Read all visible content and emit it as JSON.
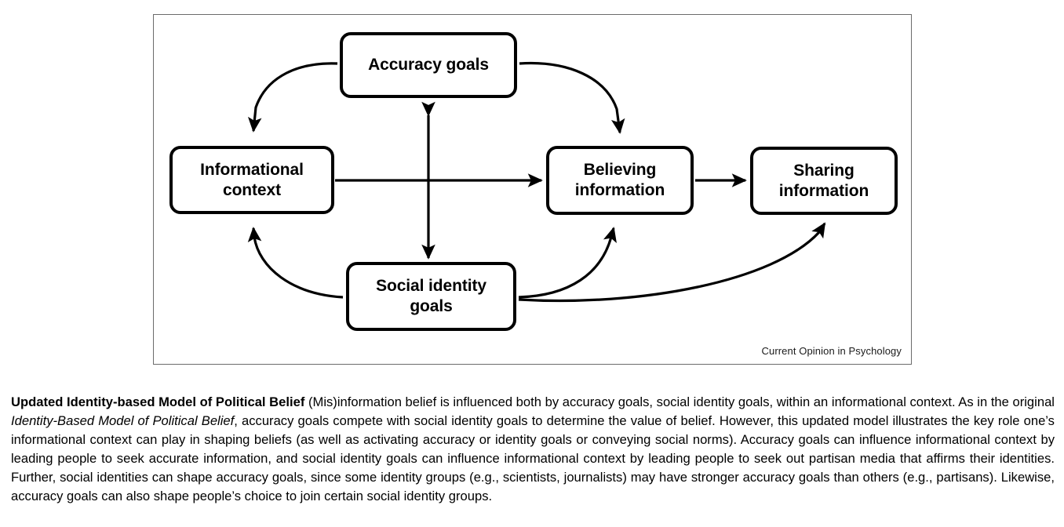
{
  "figure": {
    "attribution": "Current Opinion in Psychology",
    "nodes": [
      {
        "id": "accuracy",
        "label": "Accuracy goals",
        "lines": [
          "Accuracy goals"
        ]
      },
      {
        "id": "informational",
        "label": "Informational context",
        "lines": [
          "Informational",
          "context"
        ]
      },
      {
        "id": "believing",
        "label": "Believing information",
        "lines": [
          "Believing",
          "information"
        ]
      },
      {
        "id": "sharing",
        "label": "Sharing information",
        "lines": [
          "Sharing",
          "information"
        ]
      },
      {
        "id": "social",
        "label": "Social identity goals",
        "lines": [
          "Social identity",
          "goals"
        ]
      }
    ],
    "edges": [
      {
        "from": "accuracy",
        "to": "informational",
        "style": "curved",
        "arrow": "single"
      },
      {
        "from": "accuracy",
        "to": "believing",
        "style": "curved",
        "arrow": "single"
      },
      {
        "from": "accuracy",
        "to": "social",
        "style": "straight",
        "arrow": "double"
      },
      {
        "from": "informational",
        "to": "believing",
        "style": "straight",
        "arrow": "single"
      },
      {
        "from": "social",
        "to": "informational",
        "style": "curved",
        "arrow": "single"
      },
      {
        "from": "social",
        "to": "believing",
        "style": "curved",
        "arrow": "single"
      },
      {
        "from": "social",
        "to": "sharing",
        "style": "curved",
        "arrow": "single"
      },
      {
        "from": "believing",
        "to": "sharing",
        "style": "straight",
        "arrow": "single"
      }
    ],
    "colors": {
      "box_stroke": "#000000",
      "box_fill": "#ffffff",
      "frame_stroke": "#6b6b6b",
      "arrow": "#000000"
    }
  },
  "caption": {
    "title": "Updated Identity-based Model of Political Belief",
    "segment_1": " (Mis)information belief is influenced both by accuracy goals, social identity goals, within an informational context. As in the original ",
    "italic_title": "Identity-Based Model of Political Belief",
    "segment_2": ", accuracy goals compete with social identity goals to determine the value of belief. However, this updated model illustrates the key role one’s informational context can play in shaping beliefs (as well as activating accuracy or identity goals or conveying social norms). Accuracy goals can influence informational context by leading people to seek accurate information, and social identity goals can influence informational context by leading people to seek out partisan media that affirms their identities. Further, social identities can shape accuracy goals, since some identity groups (e.g., scientists, journalists) may have stronger accuracy goals than others (e.g., partisans). Likewise, accuracy goals can also shape people’s choice to join certain social identity groups."
  }
}
